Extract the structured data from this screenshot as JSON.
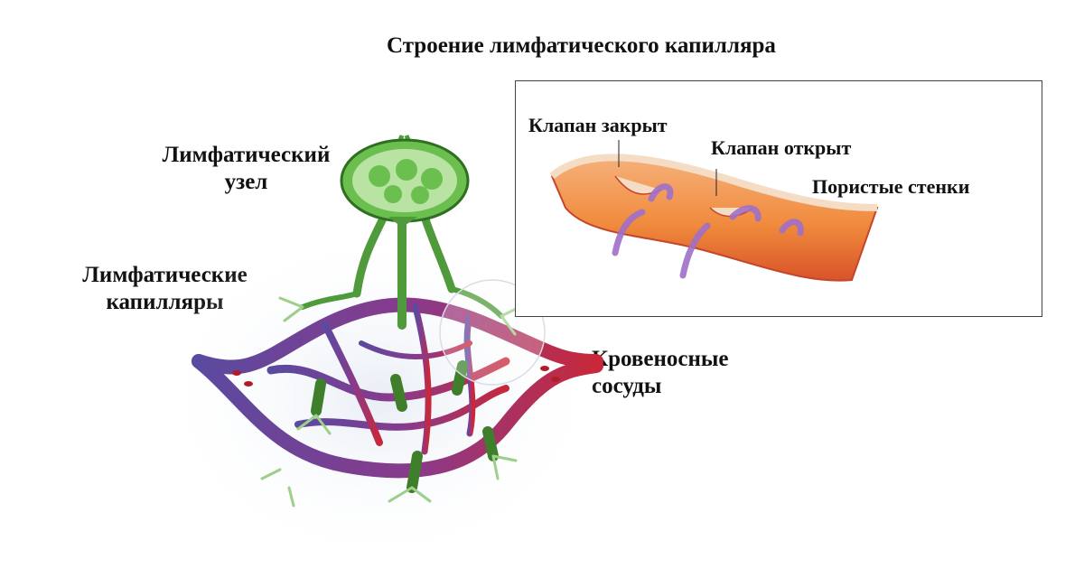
{
  "title": "Строение лимфатического капилляра",
  "labels": {
    "lymph_node_line1": "Лимфатический",
    "lymph_node_line2": "узел",
    "lymph_caps_line1": "Лимфатические",
    "lymph_caps_line2": "капилляры",
    "blood_line1": "Кровеносные",
    "blood_line2": "сосуды"
  },
  "inset": {
    "valve_closed": "Клапан закрыт",
    "valve_open": "Клапан открыт",
    "porous_walls": "Пористые стенки"
  },
  "colors": {
    "lymph_green": "#6bbf4e",
    "vein_purple": "#5a4aa0",
    "artery_red": "#c8283a",
    "vessel_orange": "#f08a3c",
    "arrow_violet": "#a070c8"
  }
}
